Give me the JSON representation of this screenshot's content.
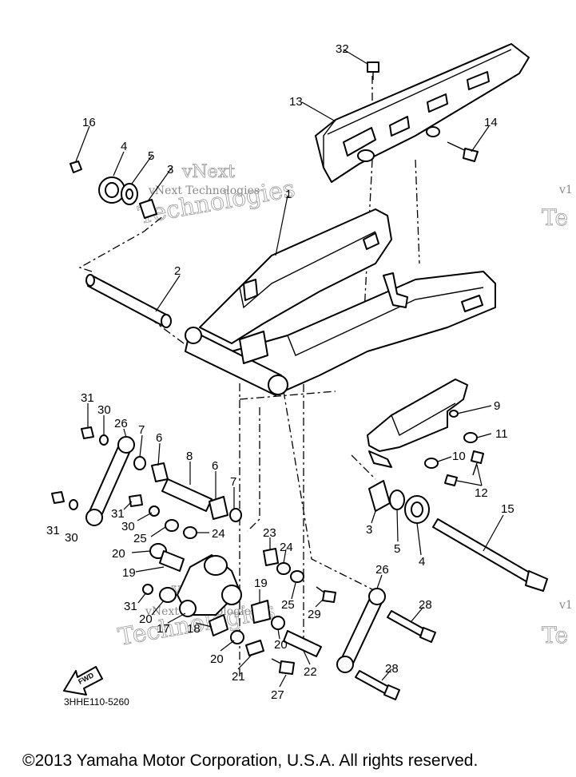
{
  "diagram": {
    "code": "3HHE110-5260",
    "copyright": "©2013 Yamaha Motor Corporation, U.S.A. All rights reserved.",
    "fwd_label": "FWD",
    "watermark": {
      "line1": "vNext",
      "line2": "vNext Technologies",
      "line3": "Technologies",
      "edge_top": "v1",
      "edge_top_b": "Te",
      "edge_bottom": "v1",
      "edge_bottom_b": "Te"
    },
    "callouts": [
      {
        "id": "c32",
        "label": "32"
      },
      {
        "id": "c13",
        "label": "13"
      },
      {
        "id": "c14",
        "label": "14"
      },
      {
        "id": "c16",
        "label": "16"
      },
      {
        "id": "c4a",
        "label": "4"
      },
      {
        "id": "c5a",
        "label": "5"
      },
      {
        "id": "c3a",
        "label": "3"
      },
      {
        "id": "c1",
        "label": "1"
      },
      {
        "id": "c2",
        "label": "2"
      },
      {
        "id": "c31a",
        "label": "31"
      },
      {
        "id": "c30a",
        "label": "30"
      },
      {
        "id": "c26a",
        "label": "26"
      },
      {
        "id": "c7a",
        "label": "7"
      },
      {
        "id": "c6a",
        "label": "6"
      },
      {
        "id": "c8",
        "label": "8"
      },
      {
        "id": "c6b",
        "label": "6"
      },
      {
        "id": "c7b",
        "label": "7"
      },
      {
        "id": "c9",
        "label": "9"
      },
      {
        "id": "c11",
        "label": "11"
      },
      {
        "id": "c10",
        "label": "10"
      },
      {
        "id": "c12",
        "label": "12"
      },
      {
        "id": "c15",
        "label": "15"
      },
      {
        "id": "c3b",
        "label": "3"
      },
      {
        "id": "c5b",
        "label": "5"
      },
      {
        "id": "c4b",
        "label": "4"
      },
      {
        "id": "c31b",
        "label": "31"
      },
      {
        "id": "c30b",
        "label": "30"
      },
      {
        "id": "c31c",
        "label": "31"
      },
      {
        "id": "c30c",
        "label": "30"
      },
      {
        "id": "c25a",
        "label": "25"
      },
      {
        "id": "c24a",
        "label": "24"
      },
      {
        "id": "c23",
        "label": "23"
      },
      {
        "id": "c24b",
        "label": "24"
      },
      {
        "id": "c20a",
        "label": "20"
      },
      {
        "id": "c19a",
        "label": "19"
      },
      {
        "id": "c19b",
        "label": "19"
      },
      {
        "id": "c25b",
        "label": "25"
      },
      {
        "id": "c29",
        "label": "29"
      },
      {
        "id": "c26b",
        "label": "26"
      },
      {
        "id": "c28a",
        "label": "28"
      },
      {
        "id": "c31d",
        "label": "31"
      },
      {
        "id": "c20b",
        "label": "20"
      },
      {
        "id": "c17",
        "label": "17"
      },
      {
        "id": "c18",
        "label": "18"
      },
      {
        "id": "c20c",
        "label": "20"
      },
      {
        "id": "c20d",
        "label": "20"
      },
      {
        "id": "c21",
        "label": "21"
      },
      {
        "id": "c22",
        "label": "22"
      },
      {
        "id": "c27",
        "label": "27"
      },
      {
        "id": "c28b",
        "label": "28"
      }
    ]
  }
}
